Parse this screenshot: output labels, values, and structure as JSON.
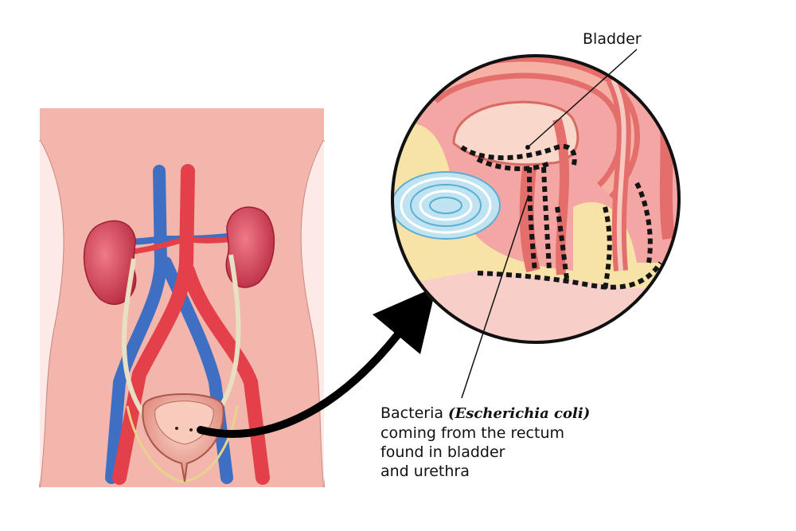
{
  "labels": {
    "bladder": "Bladder",
    "caption_word": "Bacteria",
    "caption_scientific": "(Escherichia coli)",
    "caption_line2": "coming from the rectum",
    "caption_line3": "found in bladder",
    "caption_line4": "and urethra"
  },
  "colors": {
    "skin": "#f2b6ad",
    "kidney": "#d94a5d",
    "artery": "#e3404a",
    "vein": "#3f6fc2",
    "bladder_wall": "#f29f96",
    "fat": "#f7e3a8",
    "bacteria": "#151515",
    "arrow": "#000000",
    "spiral": "#9fd6ec"
  },
  "icons": [
    "anatomy-torso",
    "kidney",
    "bladder",
    "magnified-bladder-cross-section",
    "bacteria-dots",
    "pointer-arrow"
  ]
}
